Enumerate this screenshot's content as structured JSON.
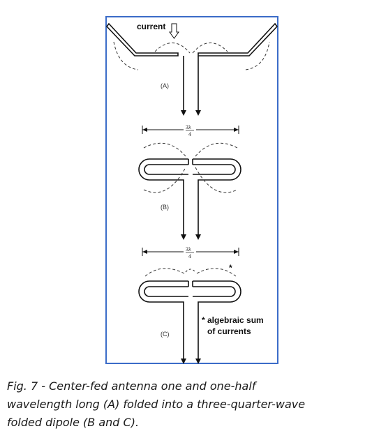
{
  "figure": {
    "border_color": "#3b6cc8",
    "current_label": "current",
    "panels": {
      "a": {
        "label": "(A)"
      },
      "b": {
        "label": "(B)",
        "dimension_label": "3λ/4",
        "dimension_numerator": "3λ",
        "dimension_denominator": "4"
      },
      "c": {
        "label": "(C)",
        "dimension_label": "3λ/4",
        "dimension_numerator": "3λ",
        "dimension_denominator": "4",
        "asterisk": "*"
      }
    },
    "note": {
      "line1": "* algebraic sum",
      "line2": "of currents"
    }
  },
  "caption": {
    "line1": "Fig. 7 - Center-fed antenna one and one-half",
    "line2": "wavelength long (A) folded into a three-quarter-wave",
    "line3": "folded dipole (B and C)."
  }
}
